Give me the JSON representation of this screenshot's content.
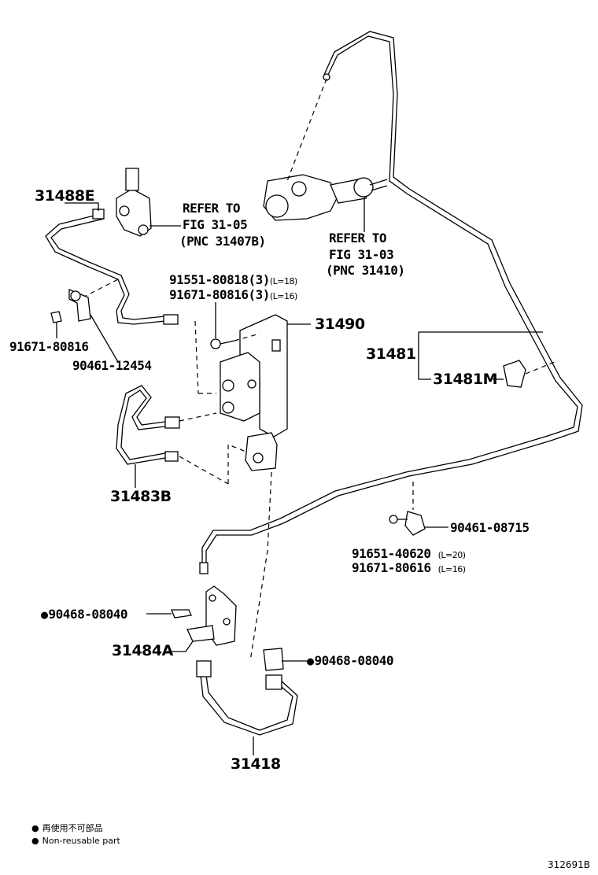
{
  "parts": {
    "p31488E": "31488E",
    "refer1_line1": "REFER TO",
    "refer1_line2": "FIG 31-05",
    "refer1_line3": "(PNC 31407B)",
    "refer2_line1": "REFER TO",
    "refer2_line2": "FIG 31-03",
    "refer2_line3": "(PNC 31410)",
    "p91551_80818": "91551-80818(3)",
    "p91551_80818_len": "(L=18)",
    "p91671_80816_3": "91671-80816(3)",
    "p91671_80816_3_len": "(L=16)",
    "p31490": "31490",
    "p31481": "31481",
    "p31481M": "31481M",
    "p91671_80816": "91671-80816",
    "p90461_12454": "90461-12454",
    "p31483B": "31483B",
    "p90461_08715": "90461-08715",
    "p91651_40620": "91651-40620",
    "p91651_40620_len": "(L=20)",
    "p91671_80616": "91671-80616",
    "p91671_80616_len": "(L=16)",
    "p90468_08040_left": "90468-08040",
    "p31484A": "31484A",
    "p90468_08040_right": "90468-08040",
    "p31418": "31418"
  },
  "legend": {
    "line1": "再使用不可部品",
    "line2": "Non-reusable part"
  },
  "figure_id": "312691B"
}
